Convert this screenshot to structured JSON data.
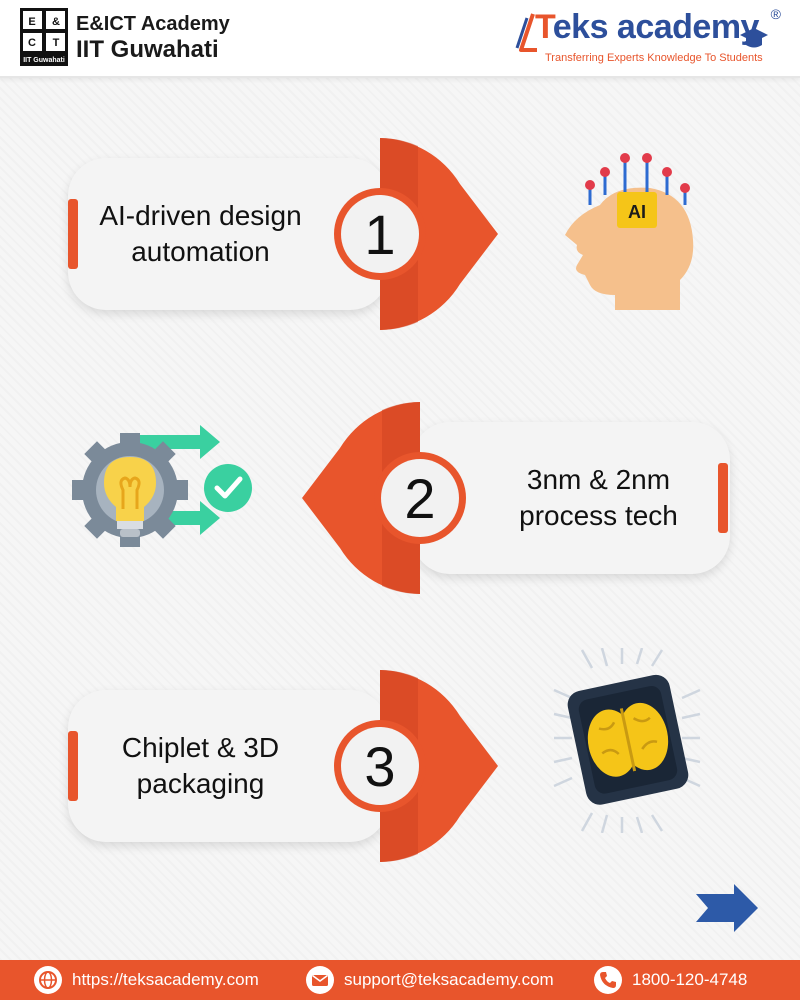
{
  "header": {
    "eict_logo_letters": [
      "E",
      "&",
      "C",
      "T"
    ],
    "eict_logo_caption": "IIT Guwahati",
    "academy_line1": "E&ICT Academy",
    "academy_line2": "IIT Guwahati",
    "brand_first_letter": "T",
    "brand_rest": "eks academy",
    "brand_tagline": "Transferring Experts Knowledge To Students",
    "brand_registered": "®"
  },
  "steps": [
    {
      "number": "1",
      "title_line1": "AI-driven design",
      "title_line2": "automation",
      "icon": "ai-head-icon",
      "icon_label": "AI"
    },
    {
      "number": "2",
      "title_line1": "3nm & 2nm",
      "title_line2": "process tech",
      "icon": "gear-lightbulb-icon"
    },
    {
      "number": "3",
      "title_line1": "Chiplet & 3D",
      "title_line2": "packaging",
      "icon": "brain-chip-icon"
    }
  ],
  "footer": {
    "website": "https://teksacademy.com",
    "email": "support@teksacademy.com",
    "phone": "1800-120-4748"
  },
  "colors": {
    "accent": "#e8552c",
    "brand_blue": "#2d4f9b",
    "card": "#f4f4f4"
  },
  "nav": {
    "next_icon": "next-arrow-icon"
  }
}
